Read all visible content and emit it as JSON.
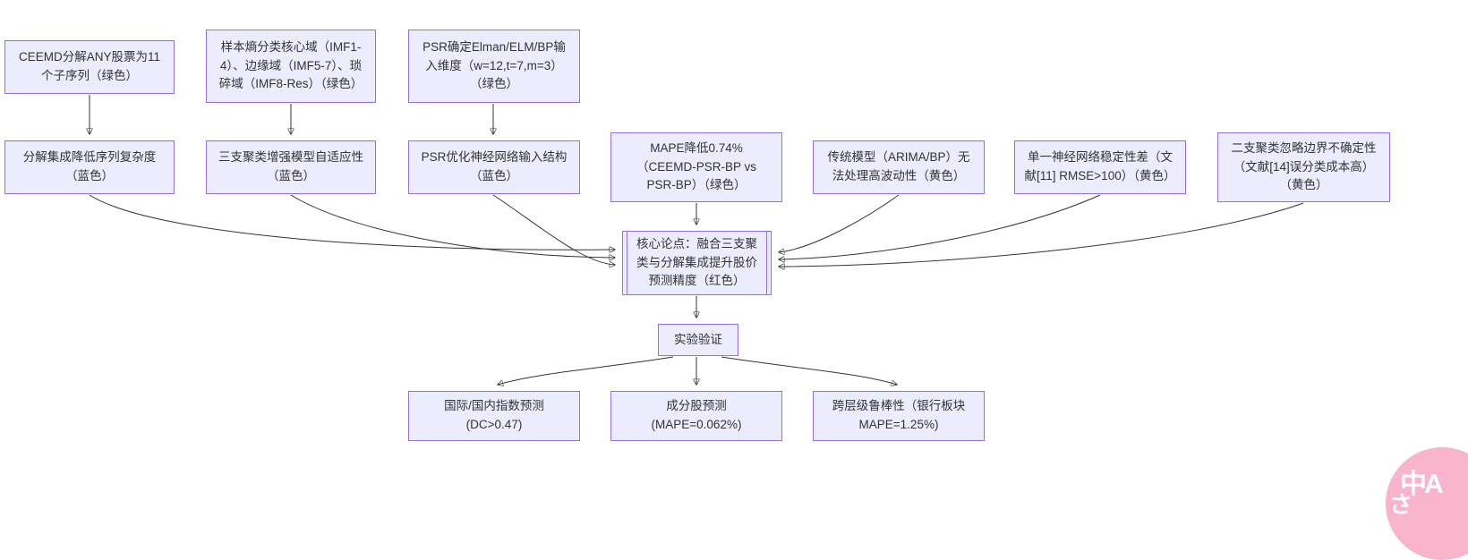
{
  "diagram": {
    "type": "flowchart",
    "nodes": {
      "ceemd": {
        "label": "CEEMD分解ANY股票为11个子序列（绿色）"
      },
      "entropy": {
        "label": "样本熵分类核心域（IMF1-4）、边缘域（IMF5-7）、琐碎域（IMF8-Res）（绿色）"
      },
      "psr_dim": {
        "label": "PSR确定Elman/ELM/BP输入维度（w=12,t=7,m=3）（绿色）"
      },
      "decomp": {
        "label": "分解集成降低序列复杂度（蓝色）"
      },
      "threeway": {
        "label": "三支聚类增强模型自适应性（蓝色）"
      },
      "psr_opt": {
        "label": "PSR优化神经网络输入结构（蓝色）"
      },
      "mape": {
        "label": "MAPE降低0.74%（CEEMD-PSR-BP vs PSR-BP）（绿色）"
      },
      "trad": {
        "label": "传统模型（ARIMA/BP）无法处理高波动性（黄色）"
      },
      "single": {
        "label": "单一神经网络稳定性差（文献[11] RMSE>100）（黄色）"
      },
      "twoway": {
        "label": "二支聚类忽略边界不确定性（文献[14]误分类成本高）（黄色）"
      },
      "core": {
        "label": "核心论点：融合三支聚类与分解集成提升股价预测精度（红色）"
      },
      "exp": {
        "label": "实验验证"
      },
      "index": {
        "label": "国际/国内指数预测 (DC>0.47)"
      },
      "stock": {
        "label": "成分股预测 (MAPE=0.062%)"
      },
      "robust": {
        "label": "跨层级鲁棒性（银行板块 MAPE=1.25%)"
      }
    },
    "edges": [
      {
        "from": "ceemd",
        "to": "decomp"
      },
      {
        "from": "entropy",
        "to": "threeway"
      },
      {
        "from": "psr_dim",
        "to": "psr_opt"
      },
      {
        "from": "decomp",
        "to": "core"
      },
      {
        "from": "threeway",
        "to": "core"
      },
      {
        "from": "psr_opt",
        "to": "core"
      },
      {
        "from": "mape",
        "to": "core"
      },
      {
        "from": "trad",
        "to": "core"
      },
      {
        "from": "single",
        "to": "core"
      },
      {
        "from": "twoway",
        "to": "core"
      },
      {
        "from": "core",
        "to": "exp"
      },
      {
        "from": "exp",
        "to": "index"
      },
      {
        "from": "exp",
        "to": "stock"
      },
      {
        "from": "exp",
        "to": "robust"
      }
    ],
    "colors": {
      "node_fill": "#ECECFF",
      "node_border": "#9370DB",
      "edge": "#333333",
      "text": "#333333"
    }
  },
  "translate_button": {
    "main_label": "中A",
    "sub_label": "さ",
    "color": "#f8b4ca"
  }
}
